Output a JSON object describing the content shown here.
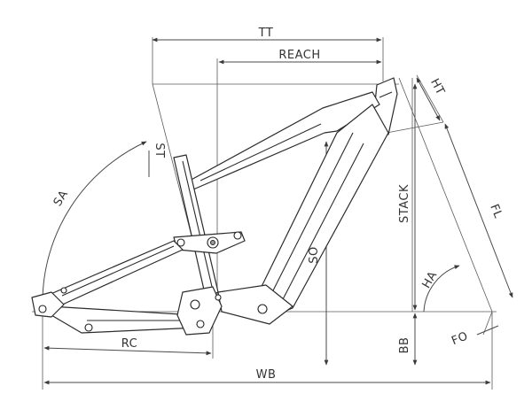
{
  "labels": {
    "tt": "TT",
    "reach": "REACH",
    "ht": "HT",
    "st": "ST",
    "sa": "SA",
    "stack": "STACK",
    "fl": "FL",
    "so": "SO",
    "ha": "HA",
    "bb": "BB",
    "fo": "FO",
    "rc": "RC",
    "wb": "WB"
  },
  "colors": {
    "line": "#4a4a4a",
    "frame_outline": "#2b2b2b",
    "background": "#ffffff"
  },
  "icons": [
    "bicycle-frame-geometry-drawing"
  ]
}
